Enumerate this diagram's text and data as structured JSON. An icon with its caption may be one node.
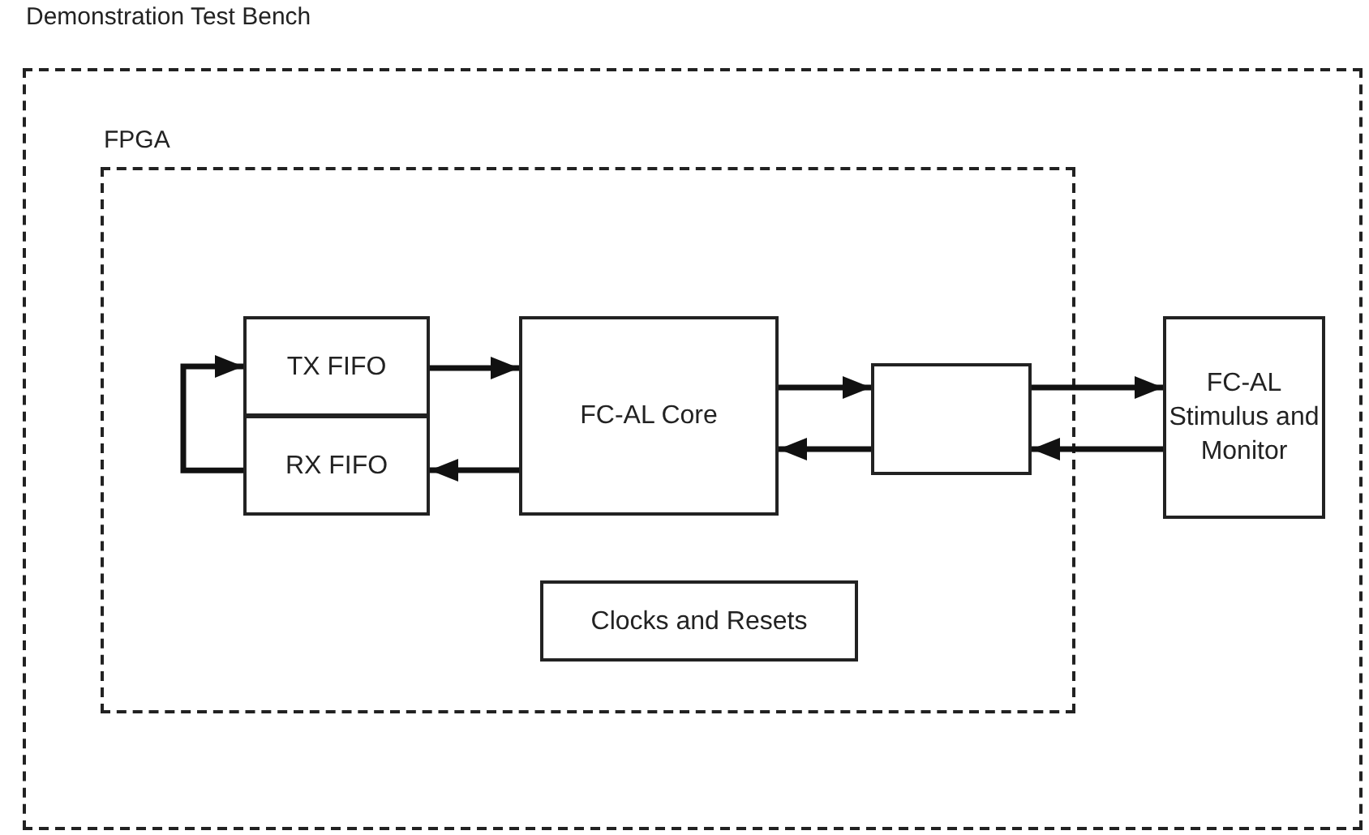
{
  "diagram": {
    "nodes": [
      {
        "text": [
          "Demonstration Test Bench"
        ]
      },
      {
        "text": [
          "FPGA"
        ],
        "in": 0
      },
      {
        "text": [
          "TX FIFO"
        ],
        "in": 1
      },
      {
        "text": [
          "RX FIFO"
        ],
        "in": 1
      },
      {
        "text": [
          "FC-AL Core"
        ],
        "in": 1
      },
      {
        "text": [],
        "shape": "box",
        "in": 1
      },
      {
        "text": [
          "Clocks and Resets"
        ],
        "in": 1
      },
      {
        "text": [
          "FC-AL Stimulus and Monitor"
        ],
        "in": 0
      }
    ],
    "edges": [
      {
        "from": 2,
        "to": 4,
        "arrow": "to"
      },
      {
        "from": 4,
        "to": 3,
        "arrow": "to"
      },
      {
        "from": 4,
        "to": 5,
        "arrow": "to"
      },
      {
        "from": 5,
        "to": 4,
        "arrow": "to"
      },
      {
        "from": 5,
        "to": 7,
        "arrow": "to"
      },
      {
        "from": 7,
        "to": 5,
        "arrow": "to"
      },
      {
        "from": 3,
        "to": 2,
        "arrow": "to"
      }
    ]
  }
}
